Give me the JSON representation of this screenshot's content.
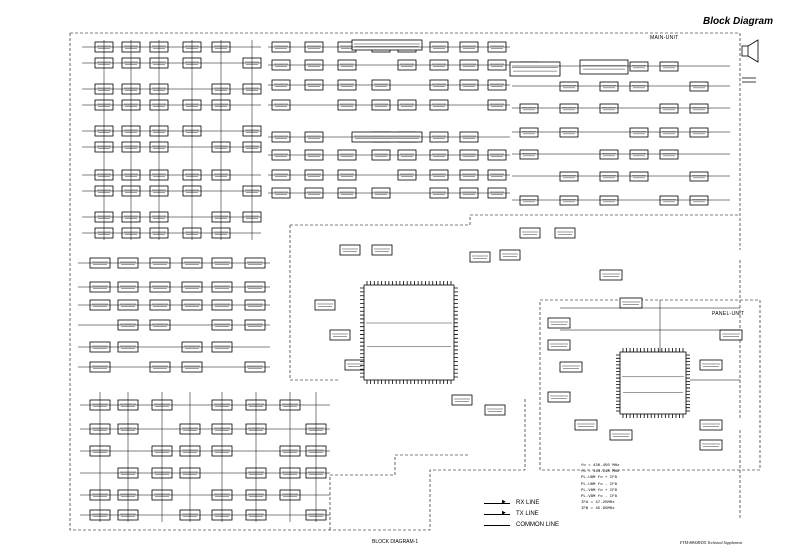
{
  "header": {
    "title": "Block Diagram"
  },
  "units": {
    "main": "MAIN-UNIT",
    "panel": "PANEL-UNIT"
  },
  "legend": {
    "rx": "RX LINE",
    "tx": "TX LINE",
    "common": "COMMON LINE"
  },
  "freq_table": [
    "fo = 430-450 MHz",
    "fo = 144-148 MHz",
    "PL-U8M fo + IF8",
    "PL-U8M fo - IF8",
    "PL-V8M fo + IF8",
    "PL-V8M fo - IF8",
    "IFA = 47.25MHz",
    "IFB = 45.95MHz"
  ],
  "footer": {
    "label": "BLOCK DIAGRAM-1",
    "doc": "FTM-8800R/DX Technical Supplement"
  }
}
